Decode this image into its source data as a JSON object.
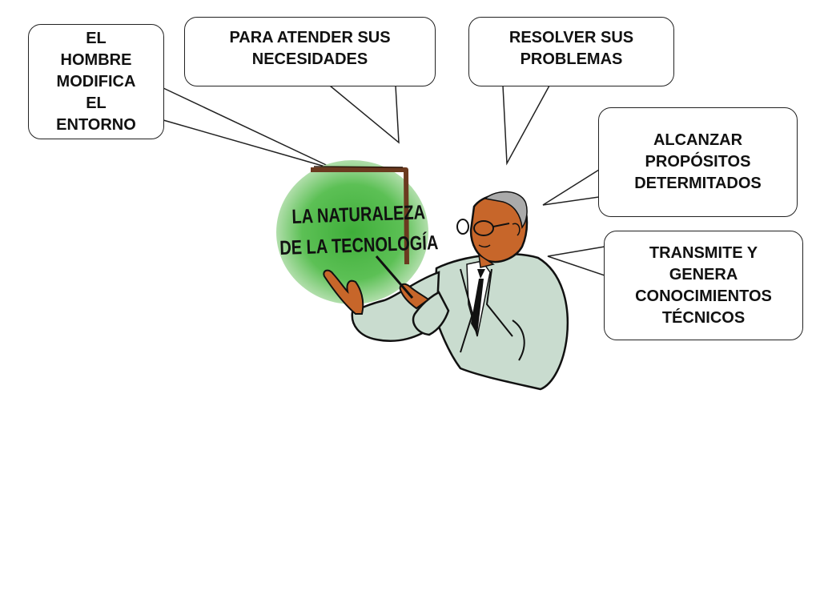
{
  "bubbles": {
    "entorno": {
      "lines": [
        "EL",
        "HOMBRE",
        "MODIFICA",
        "EL",
        "ENTORNO"
      ]
    },
    "necesidades": {
      "lines": [
        "PARA ATENDER SUS",
        "NECESIDADES"
      ]
    },
    "problemas": {
      "lines": [
        "RESOLVER SUS",
        "PROBLEMAS"
      ]
    },
    "propositos": {
      "lines": [
        "ALCANZAR",
        "PROPÓSITOS",
        "DETERMITADOS"
      ]
    },
    "conocimientos": {
      "lines": [
        "TRANSMITE Y",
        "GENERA",
        "CONOCIMIENTOS",
        "TÉCNICOS"
      ]
    }
  },
  "board": {
    "line1": "LA  NATURALEZA",
    "line2": "DE  LA  TECNOLOGÍA"
  },
  "colors": {
    "board_green": "#4cb848",
    "board_frame": "#6b3a1f",
    "suit": "#c9dccf",
    "skin": "#c7662a"
  }
}
